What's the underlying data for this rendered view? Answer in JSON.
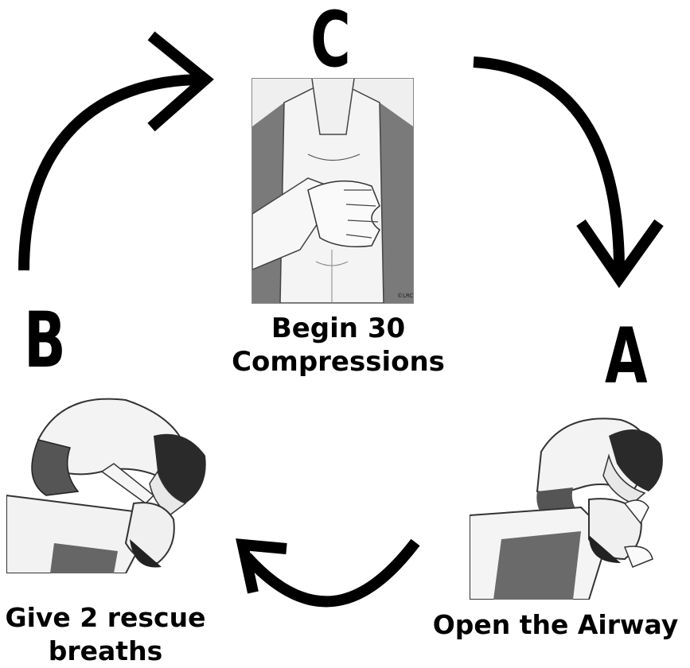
{
  "steps": {
    "compressions": {
      "letter": "C",
      "caption_line1": "Begin 30",
      "caption_line2": "Compressions"
    },
    "airway": {
      "letter": "A",
      "caption": "Open the Airway"
    },
    "breathing": {
      "letter": "B",
      "caption_line1": "Give 2 rescue",
      "caption_line2": "breaths"
    }
  },
  "credit": "©LRC",
  "icons": [
    "curved-arrow-icon"
  ]
}
